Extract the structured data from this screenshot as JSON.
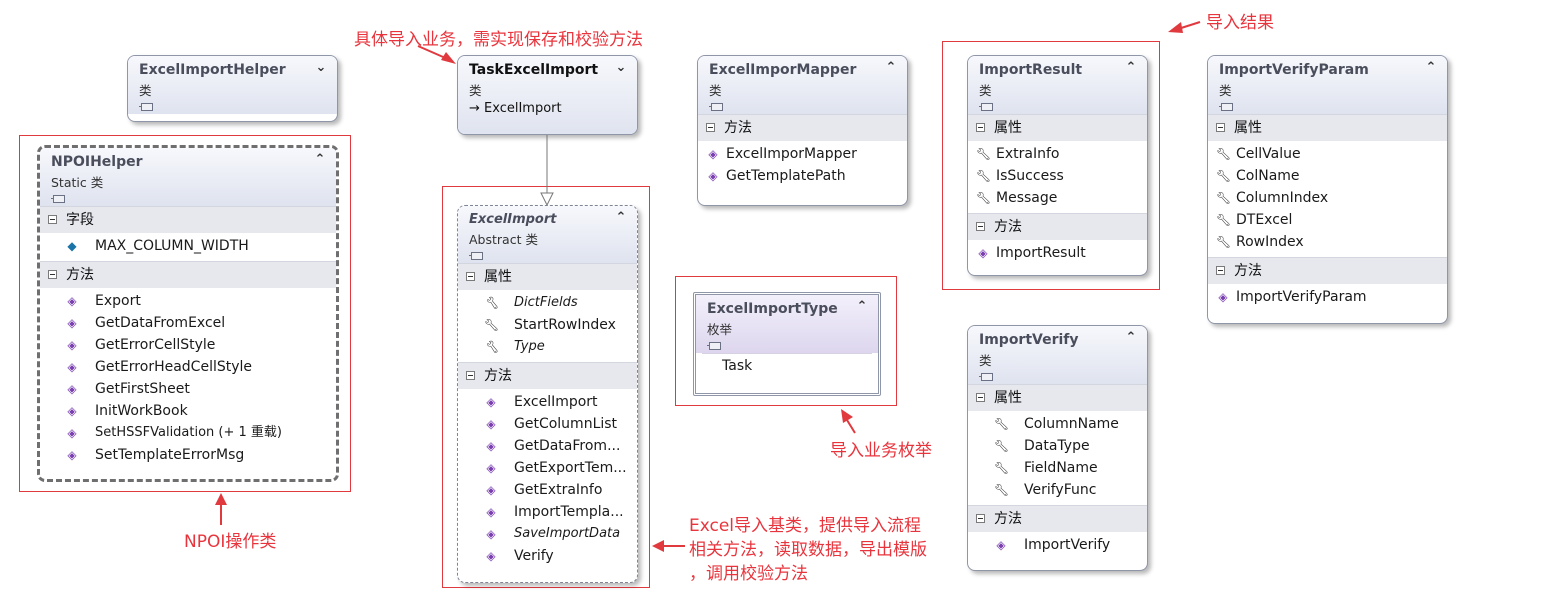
{
  "annotations": {
    "task_note": "具体导入业务，需实现保存和校验方法",
    "result_note": "导入结果",
    "npoi_note": "NPOI操作类",
    "excel_note_lines": [
      "Excel导入基类，提供导入流程",
      "相关方法，读取数据，导出模版",
      "，调用校验方法"
    ],
    "enum_note": "导入业务枚举"
  },
  "classes": {
    "excel_import_helper": {
      "name": "ExcelImportHelper",
      "kind": "类"
    },
    "task_excel_import": {
      "name": "TaskExcelImport",
      "kind": "类",
      "base": "ExcelImport"
    },
    "excel_impor_mapper": {
      "name": "ExcelImporMapper",
      "kind": "类",
      "methods_label": "方法",
      "methods": [
        "ExcelImporMapper",
        "GetTemplatePath"
      ]
    },
    "import_result": {
      "name": "ImportResult",
      "kind": "类",
      "props_label": "属性",
      "props": [
        "ExtraInfo",
        "IsSuccess",
        "Message"
      ],
      "methods_label": "方法",
      "methods": [
        "ImportResult"
      ]
    },
    "import_verify_param": {
      "name": "ImportVerifyParam",
      "kind": "类",
      "props_label": "属性",
      "props": [
        "CellValue",
        "ColName",
        "ColumnIndex",
        "DTExcel",
        "RowIndex"
      ],
      "methods_label": "方法",
      "methods": [
        "ImportVerifyParam"
      ]
    },
    "npoi_helper": {
      "name": "NPOIHelper",
      "kind": "Static 类",
      "fields_label": "字段",
      "fields": [
        "MAX_COLUMN_WIDTH"
      ],
      "methods_label": "方法",
      "methods": [
        "Export",
        "GetDataFromExcel",
        "GetErrorCellStyle",
        "GetErrorHeadCellStyle",
        "GetFirstSheet",
        "InitWorkBook",
        "SetHSSFValidation (+ 1 重载)",
        "SetTemplateErrorMsg"
      ]
    },
    "excel_import": {
      "name": "ExcelImport",
      "kind": "Abstract 类",
      "props_label": "属性",
      "props": [
        "DictFields",
        "StartRowIndex",
        "Type"
      ],
      "methods_label": "方法",
      "methods": [
        "ExcelImport",
        "GetColumnList",
        "GetDataFrom...",
        "GetExportTem...",
        "GetExtraInfo",
        "ImportTempla...",
        "SaveImportData",
        "Verify"
      ]
    },
    "excel_import_type": {
      "name": "ExcelImportType",
      "kind": "枚举",
      "values": [
        "Task"
      ]
    },
    "import_verify": {
      "name": "ImportVerify",
      "kind": "类",
      "props_label": "属性",
      "props": [
        "ColumnName",
        "DataType",
        "FieldName",
        "VerifyFunc"
      ],
      "methods_label": "方法",
      "methods": [
        "ImportVerify"
      ]
    }
  },
  "colors": {
    "annotation": "#e8353d",
    "section_bg": "#e6e8ee",
    "header_top": "#f7f8fc",
    "header_bottom": "#dfe3ef"
  },
  "icons": {
    "collapse": "double-chevron-up-icon",
    "expand": "double-chevron-down-icon",
    "method": "method-cube-icon",
    "property": "wrench-icon",
    "field": "field-cube-icon"
  }
}
